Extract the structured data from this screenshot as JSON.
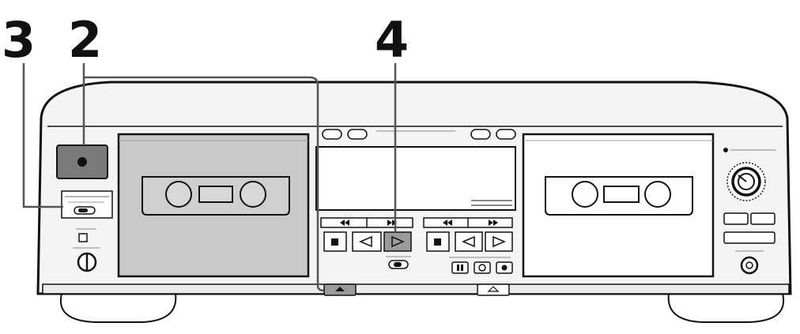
{
  "callouts": {
    "step_3": "3",
    "step_2": "2",
    "step_4": "4"
  },
  "colors": {
    "ink": "#111111",
    "body_fill": "#f4f4f4",
    "deck_shade": "#c9c9c9",
    "button_dark": "#7a7a7a",
    "background": "#ffffff"
  },
  "icons": {
    "eject": "eject-icon",
    "record": "record-icon",
    "rewind": "rewind-icon",
    "fast_forward": "fast-forward-icon",
    "stop": "stop-icon",
    "play_reverse": "play-reverse-icon",
    "play_forward": "play-forward-icon",
    "pause": "pause-icon",
    "knob": "rec-level-knob-icon",
    "switch": "switch-icon"
  }
}
